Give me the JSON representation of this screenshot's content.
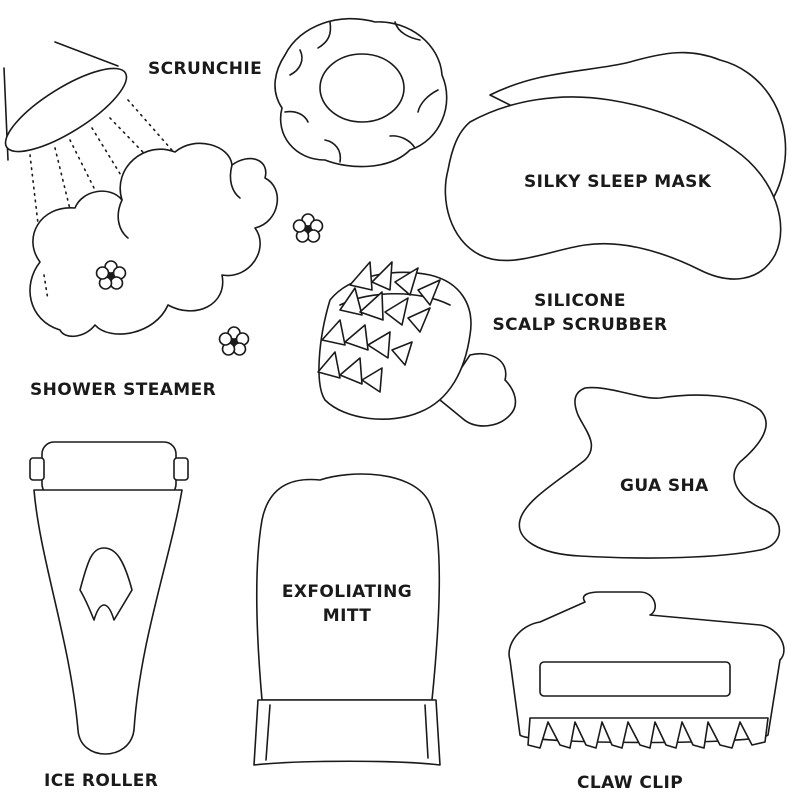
{
  "labels": {
    "scrunchie": "SCRUNCHIE",
    "sleep_mask": "SILKY SLEEP MASK",
    "scalp_line1": "SILICONE",
    "scalp_line2": "SCALP SCRUBBER",
    "shower_steamer": "SHOWER STEAMER",
    "gua_sha": "GUA SHA",
    "mitt_line1": "EXFOLIATING",
    "mitt_line2": "MITT",
    "ice_roller": "ICE ROLLER",
    "claw_clip": "CLAW CLIP"
  },
  "colors": {
    "ink": "#1a1a1a",
    "paper": "#ffffff"
  },
  "icons": [
    "showerhead-icon",
    "cloud-icon",
    "flower-icon",
    "scrunchie-icon",
    "sleep-mask-icon",
    "scalp-scrubber-icon",
    "gua-sha-icon",
    "ice-roller-icon",
    "mitt-icon",
    "claw-clip-icon"
  ]
}
